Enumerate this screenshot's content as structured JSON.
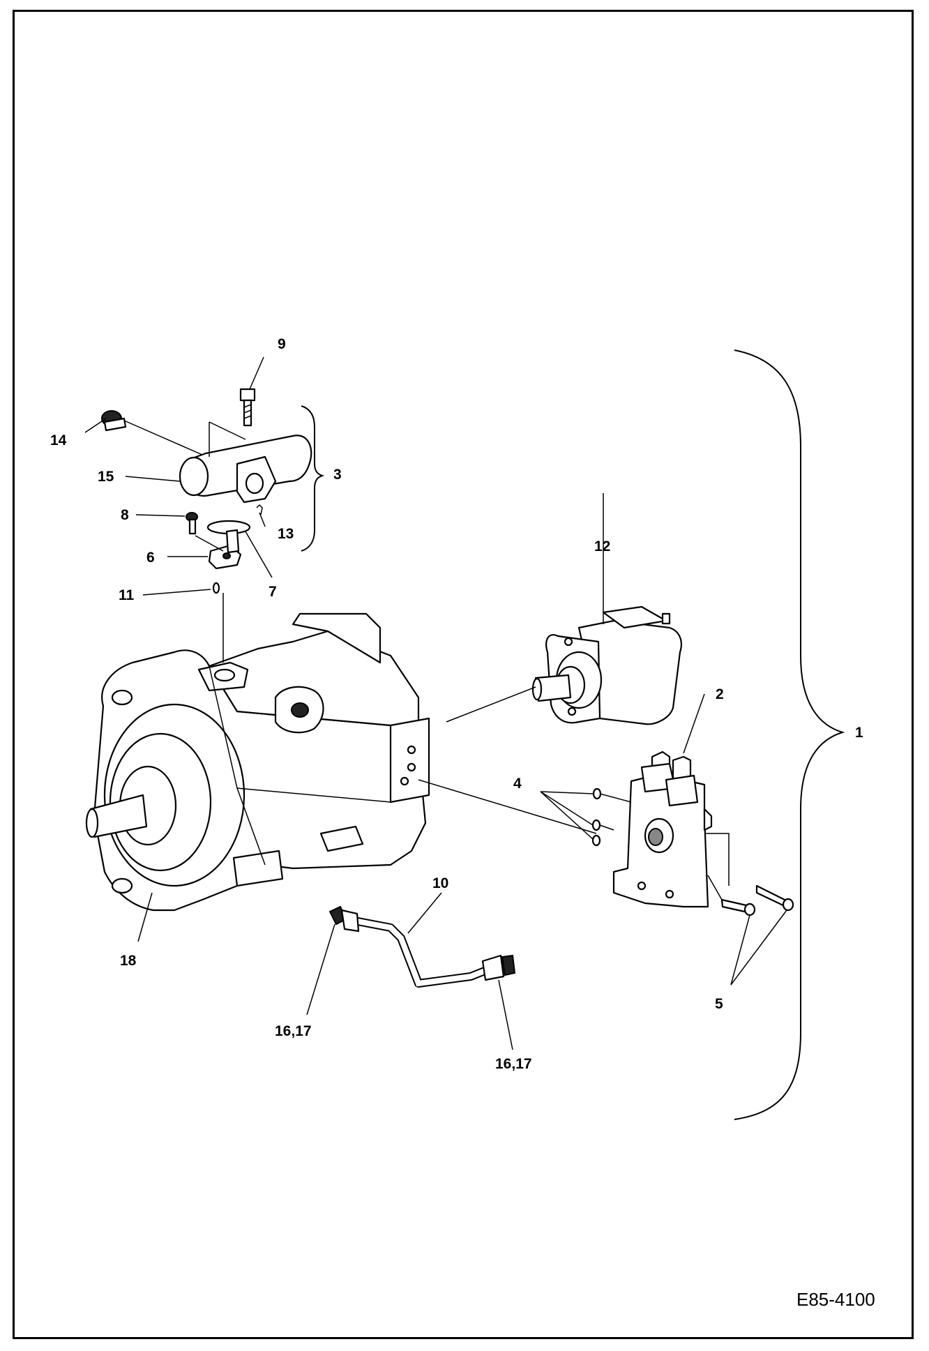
{
  "diagram": {
    "drawing_code": "E85-4100",
    "callouts": [
      {
        "id": "c1",
        "label": "1"
      },
      {
        "id": "c2",
        "label": "2"
      },
      {
        "id": "c3",
        "label": "3"
      },
      {
        "id": "c4",
        "label": "4"
      },
      {
        "id": "c5",
        "label": "5"
      },
      {
        "id": "c6",
        "label": "6"
      },
      {
        "id": "c7",
        "label": "7"
      },
      {
        "id": "c8",
        "label": "8"
      },
      {
        "id": "c9",
        "label": "9"
      },
      {
        "id": "c10",
        "label": "10"
      },
      {
        "id": "c11",
        "label": "11"
      },
      {
        "id": "c12",
        "label": "12"
      },
      {
        "id": "c13",
        "label": "13"
      },
      {
        "id": "c14",
        "label": "14"
      },
      {
        "id": "c15",
        "label": "15"
      },
      {
        "id": "c16a",
        "label": "16,17"
      },
      {
        "id": "c16b",
        "label": "16,17"
      },
      {
        "id": "c18",
        "label": "18"
      }
    ]
  }
}
